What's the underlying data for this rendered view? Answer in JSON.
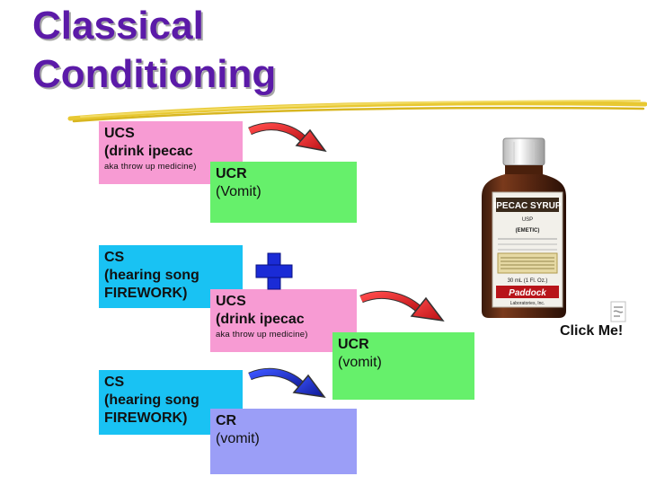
{
  "slide": {
    "title_line1": "Classical",
    "title_line2": "Conditioning",
    "click_me": "Click Me!"
  },
  "boxes": {
    "ucs_top": {
      "line1": "UCS",
      "line2": "(drink ipecac",
      "small": "aka throw up medicine)"
    },
    "ucr_top": {
      "line1": "UCR",
      "line2": "(Vomit)"
    },
    "cs_mid": {
      "line1": "CS",
      "line2": "(hearing song",
      "line3": "FIREWORK)"
    },
    "ucs_mid": {
      "line1": "UCS",
      "line2": "(drink ipecac",
      "small": "aka throw up medicine)"
    },
    "ucr_mid": {
      "line1": "UCR",
      "line2": "(vomit)"
    },
    "cs_bottom": {
      "line1": "CS",
      "line2": "(hearing song",
      "line3": "FIREWORK)"
    },
    "cr_bottom": {
      "line1": "CR",
      "line2": "(vomit)"
    }
  },
  "bottle": {
    "label": "IPECAC SYRUP",
    "sub": "USP",
    "emetic": "(EMETIC)",
    "volume": "30 mL (1 Fl. Oz.)",
    "brand": "Paddock",
    "brand_sub": "Laboratories, Inc."
  },
  "colors": {
    "title": "#5b1aa8",
    "pink": "#f79bd3",
    "green": "#66f06b",
    "cyan": "#19c2f3",
    "lavender": "#9b9ef7",
    "arrow_red": "#e8202a",
    "arrow_blue": "#1a2bd6",
    "plus_blue": "#1a2bd6"
  }
}
